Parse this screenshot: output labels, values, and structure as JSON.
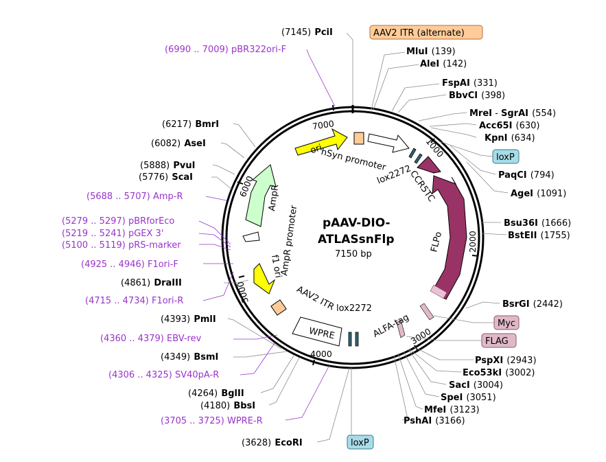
{
  "plasmid": {
    "name": "pAAV-DIO-\nATLASsnFlp",
    "name_line1": "pAAV-DIO-",
    "name_line2": "ATLASsnFlp",
    "size": "7150 bp"
  },
  "scale_ticks": [
    "1000",
    "2000",
    "3000",
    "4000",
    "5000",
    "6000",
    "7000"
  ],
  "sites": [
    {
      "name": "PciI",
      "pos": "(7145)"
    },
    {
      "name": "MluI",
      "pos": "(139)"
    },
    {
      "name": "AleI",
      "pos": "(142)"
    },
    {
      "name": "FspAI",
      "pos": "(331)"
    },
    {
      "name": "BbvCI",
      "pos": "(398)"
    },
    {
      "name": "MreI",
      "pos": "(554)",
      "extra": "SgrAI"
    },
    {
      "name": "Acc65I",
      "pos": "(630)"
    },
    {
      "name": "KpnI",
      "pos": "(634)"
    },
    {
      "name": "PaqCI",
      "pos": "(794)"
    },
    {
      "name": "AgeI",
      "pos": "(1091)"
    },
    {
      "name": "Bsu36I",
      "pos": "(1666)"
    },
    {
      "name": "BstEII",
      "pos": "(1755)"
    },
    {
      "name": "BsrGI",
      "pos": "(2442)"
    },
    {
      "name": "PspXI",
      "pos": "(2943)"
    },
    {
      "name": "Eco53kI",
      "pos": "(3002)"
    },
    {
      "name": "SacI",
      "pos": "(3004)"
    },
    {
      "name": "SpeI",
      "pos": "(3051)"
    },
    {
      "name": "MfeI",
      "pos": "(3123)"
    },
    {
      "name": "PshAI",
      "pos": "(3166)"
    },
    {
      "name": "EcoRI",
      "pos": "(3628)"
    },
    {
      "name": "BbsI",
      "pos": "(4180)"
    },
    {
      "name": "BglII",
      "pos": "(4264)"
    },
    {
      "name": "BsmI",
      "pos": "(4349)"
    },
    {
      "name": "PmlI",
      "pos": "(4393)"
    },
    {
      "name": "DraIII",
      "pos": "(4861)"
    },
    {
      "name": "ScaI",
      "pos": "(5776)"
    },
    {
      "name": "PvuI",
      "pos": "(5888)"
    },
    {
      "name": "AseI",
      "pos": "(6082)"
    },
    {
      "name": "BmrI",
      "pos": "(6217)"
    }
  ],
  "primers": [
    {
      "range": "(6990 .. 7009)",
      "name": "pBR322ori-F"
    },
    {
      "range": "(5688 .. 5707)",
      "name": "Amp-R"
    },
    {
      "range": "(5279 .. 5297)",
      "name": "pBRforEco"
    },
    {
      "range": "(5219 .. 5241)",
      "name": "pGEX 3'"
    },
    {
      "range": "(5100 .. 5119)",
      "name": "pRS-marker"
    },
    {
      "range": "(4925 .. 4946)",
      "name": "F1ori-F"
    },
    {
      "range": "(4715 .. 4734)",
      "name": "F1ori-R"
    },
    {
      "range": "(4360 .. 4379)",
      "name": "EBV-rev"
    },
    {
      "range": "(4306 .. 4325)",
      "name": "SV40pA-R"
    },
    {
      "range": "(3705 .. 3725)",
      "name": "WPRE-R"
    }
  ],
  "features": {
    "ori": "ori",
    "hsyn": "hSyn promoter",
    "lox2272_top": "lox2272",
    "ccr5tc": "CCR5TC",
    "flpo": "FLPo",
    "alfa": "ALFA-tag",
    "lox2272_bottom": "lox2272",
    "wpre": "WPRE",
    "aav2itr": "AAV2 ITR",
    "f1ori": "f1 ori",
    "ampr_promoter": "AmpR promoter",
    "ampr": "AmpR"
  },
  "boxes": {
    "aav2itr_alt": "AAV2 ITR (alternate)",
    "loxp_right": "loxP",
    "loxp_bottom": "loxP",
    "myc": "Myc",
    "flag": "FLAG"
  },
  "colors": {
    "ori": "#ffff00",
    "ampr": "#ccffcc",
    "flpo": "#993366",
    "itr": "#ffcc99",
    "lox": "#336677",
    "tag_box": "#e0b8c8",
    "lox_box": "#a8dce8",
    "primer": "#9933cc"
  }
}
